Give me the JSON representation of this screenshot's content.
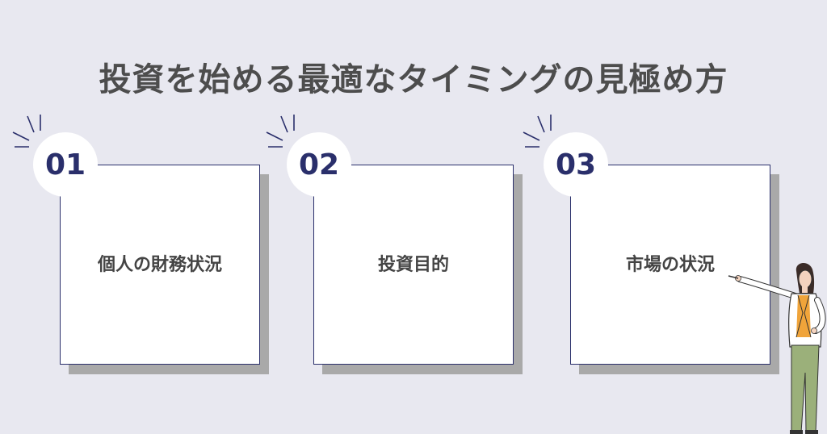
{
  "title": "投資を始める最適なタイミングの見極め方",
  "colors": {
    "background": "#e8e8f0",
    "navy": "#2a2f6b",
    "shadow": "#a9a9a9",
    "text": "#4d4d4d"
  },
  "cards": [
    {
      "number": "01",
      "label": "個人の財務状況"
    },
    {
      "number": "02",
      "label": "投資目的"
    },
    {
      "number": "03",
      "label": "市場の状況"
    }
  ],
  "illustration": "woman-pointing-illustration"
}
